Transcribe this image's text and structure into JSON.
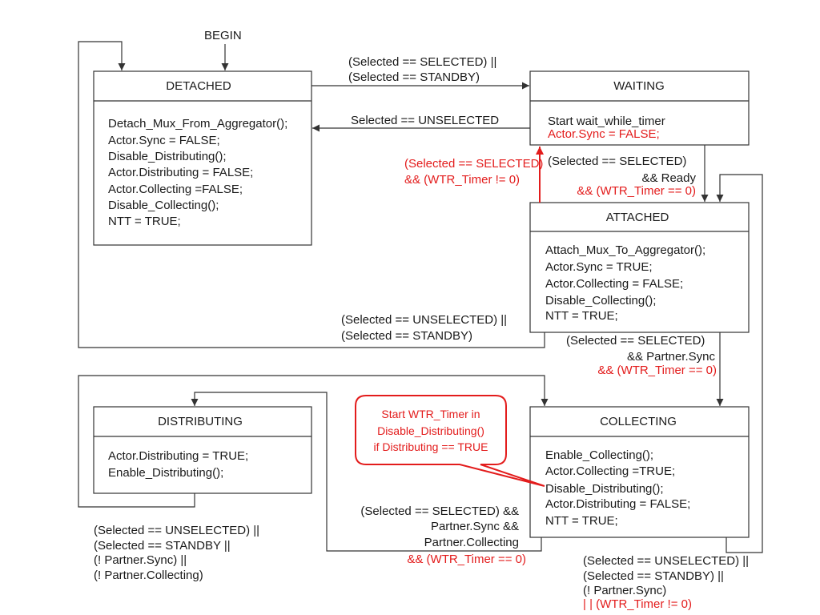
{
  "begin_label": "BEGIN",
  "states": {
    "detached": {
      "title": "DETACHED",
      "actions": [
        "Detach_Mux_From_Aggregator();",
        "Actor.Sync = FALSE;",
        "Disable_Distributing();",
        "Actor.Distributing = FALSE;",
        "Actor.Collecting =FALSE;",
        "Disable_Collecting();",
        "NTT = TRUE;"
      ]
    },
    "waiting": {
      "title": "WAITING",
      "actions": [
        "Start wait_while_timer"
      ],
      "added_actions": [
        "Actor.Sync = FALSE;"
      ]
    },
    "attached": {
      "title": "ATTACHED",
      "actions": [
        "Attach_Mux_To_Aggregator();",
        "Actor.Sync = TRUE;",
        "Actor.Collecting = FALSE;",
        "Disable_Collecting();",
        "NTT = TRUE;"
      ]
    },
    "distributing": {
      "title": "DISTRIBUTING",
      "actions": [
        "Actor.Distributing = TRUE;",
        "Enable_Distributing();"
      ]
    },
    "collecting": {
      "title": "COLLECTING",
      "actions": [
        "Enable_Collecting();",
        "Actor.Collecting =TRUE;",
        "Disable_Distributing();",
        "Actor.Distributing = FALSE;",
        "NTT = TRUE;"
      ]
    }
  },
  "transitions": {
    "detached_to_waiting": [
      "(Selected == SELECTED) ||",
      "(Selected == STANDBY)"
    ],
    "waiting_to_detached": [
      "Selected == UNSELECTED"
    ],
    "attached_to_waiting": [
      "(Selected == SELECTED)",
      "&& (WTR_Timer != 0)"
    ],
    "waiting_to_attached": [
      "(Selected == SELECTED)",
      "&& Ready"
    ],
    "waiting_to_attached_added": [
      "&& (WTR_Timer == 0)"
    ],
    "attached_to_detached": [
      "(Selected == UNSELECTED) ||",
      "(Selected == STANDBY)"
    ],
    "attached_to_collecting": [
      "(Selected == SELECTED)",
      "&& Partner.Sync"
    ],
    "attached_to_collecting_added": [
      "&& (WTR_Timer == 0)"
    ],
    "collecting_to_distributing": [
      "(Selected == SELECTED) &&",
      "Partner.Sync &&",
      "Partner.Collecting"
    ],
    "collecting_to_distributing_added": [
      "&& (WTR_Timer == 0)"
    ],
    "distributing_to_collecting": [
      "(Selected == UNSELECTED) ||",
      "(Selected == STANDBY ||",
      "(! Partner.Sync) ||",
      "(! Partner.Collecting)"
    ],
    "collecting_to_attached": [
      "(Selected == UNSELECTED) ||",
      "(Selected == STANDBY) ||",
      "(! Partner.Sync)"
    ],
    "collecting_to_attached_added": [
      "| | (WTR_Timer != 0)"
    ]
  },
  "callout": {
    "lines": [
      "Start WTR_Timer in",
      "Disable_Distributing()",
      "if Distributing == TRUE"
    ]
  },
  "colors": {
    "line": "#333333",
    "added_text": "#e31c1c"
  }
}
